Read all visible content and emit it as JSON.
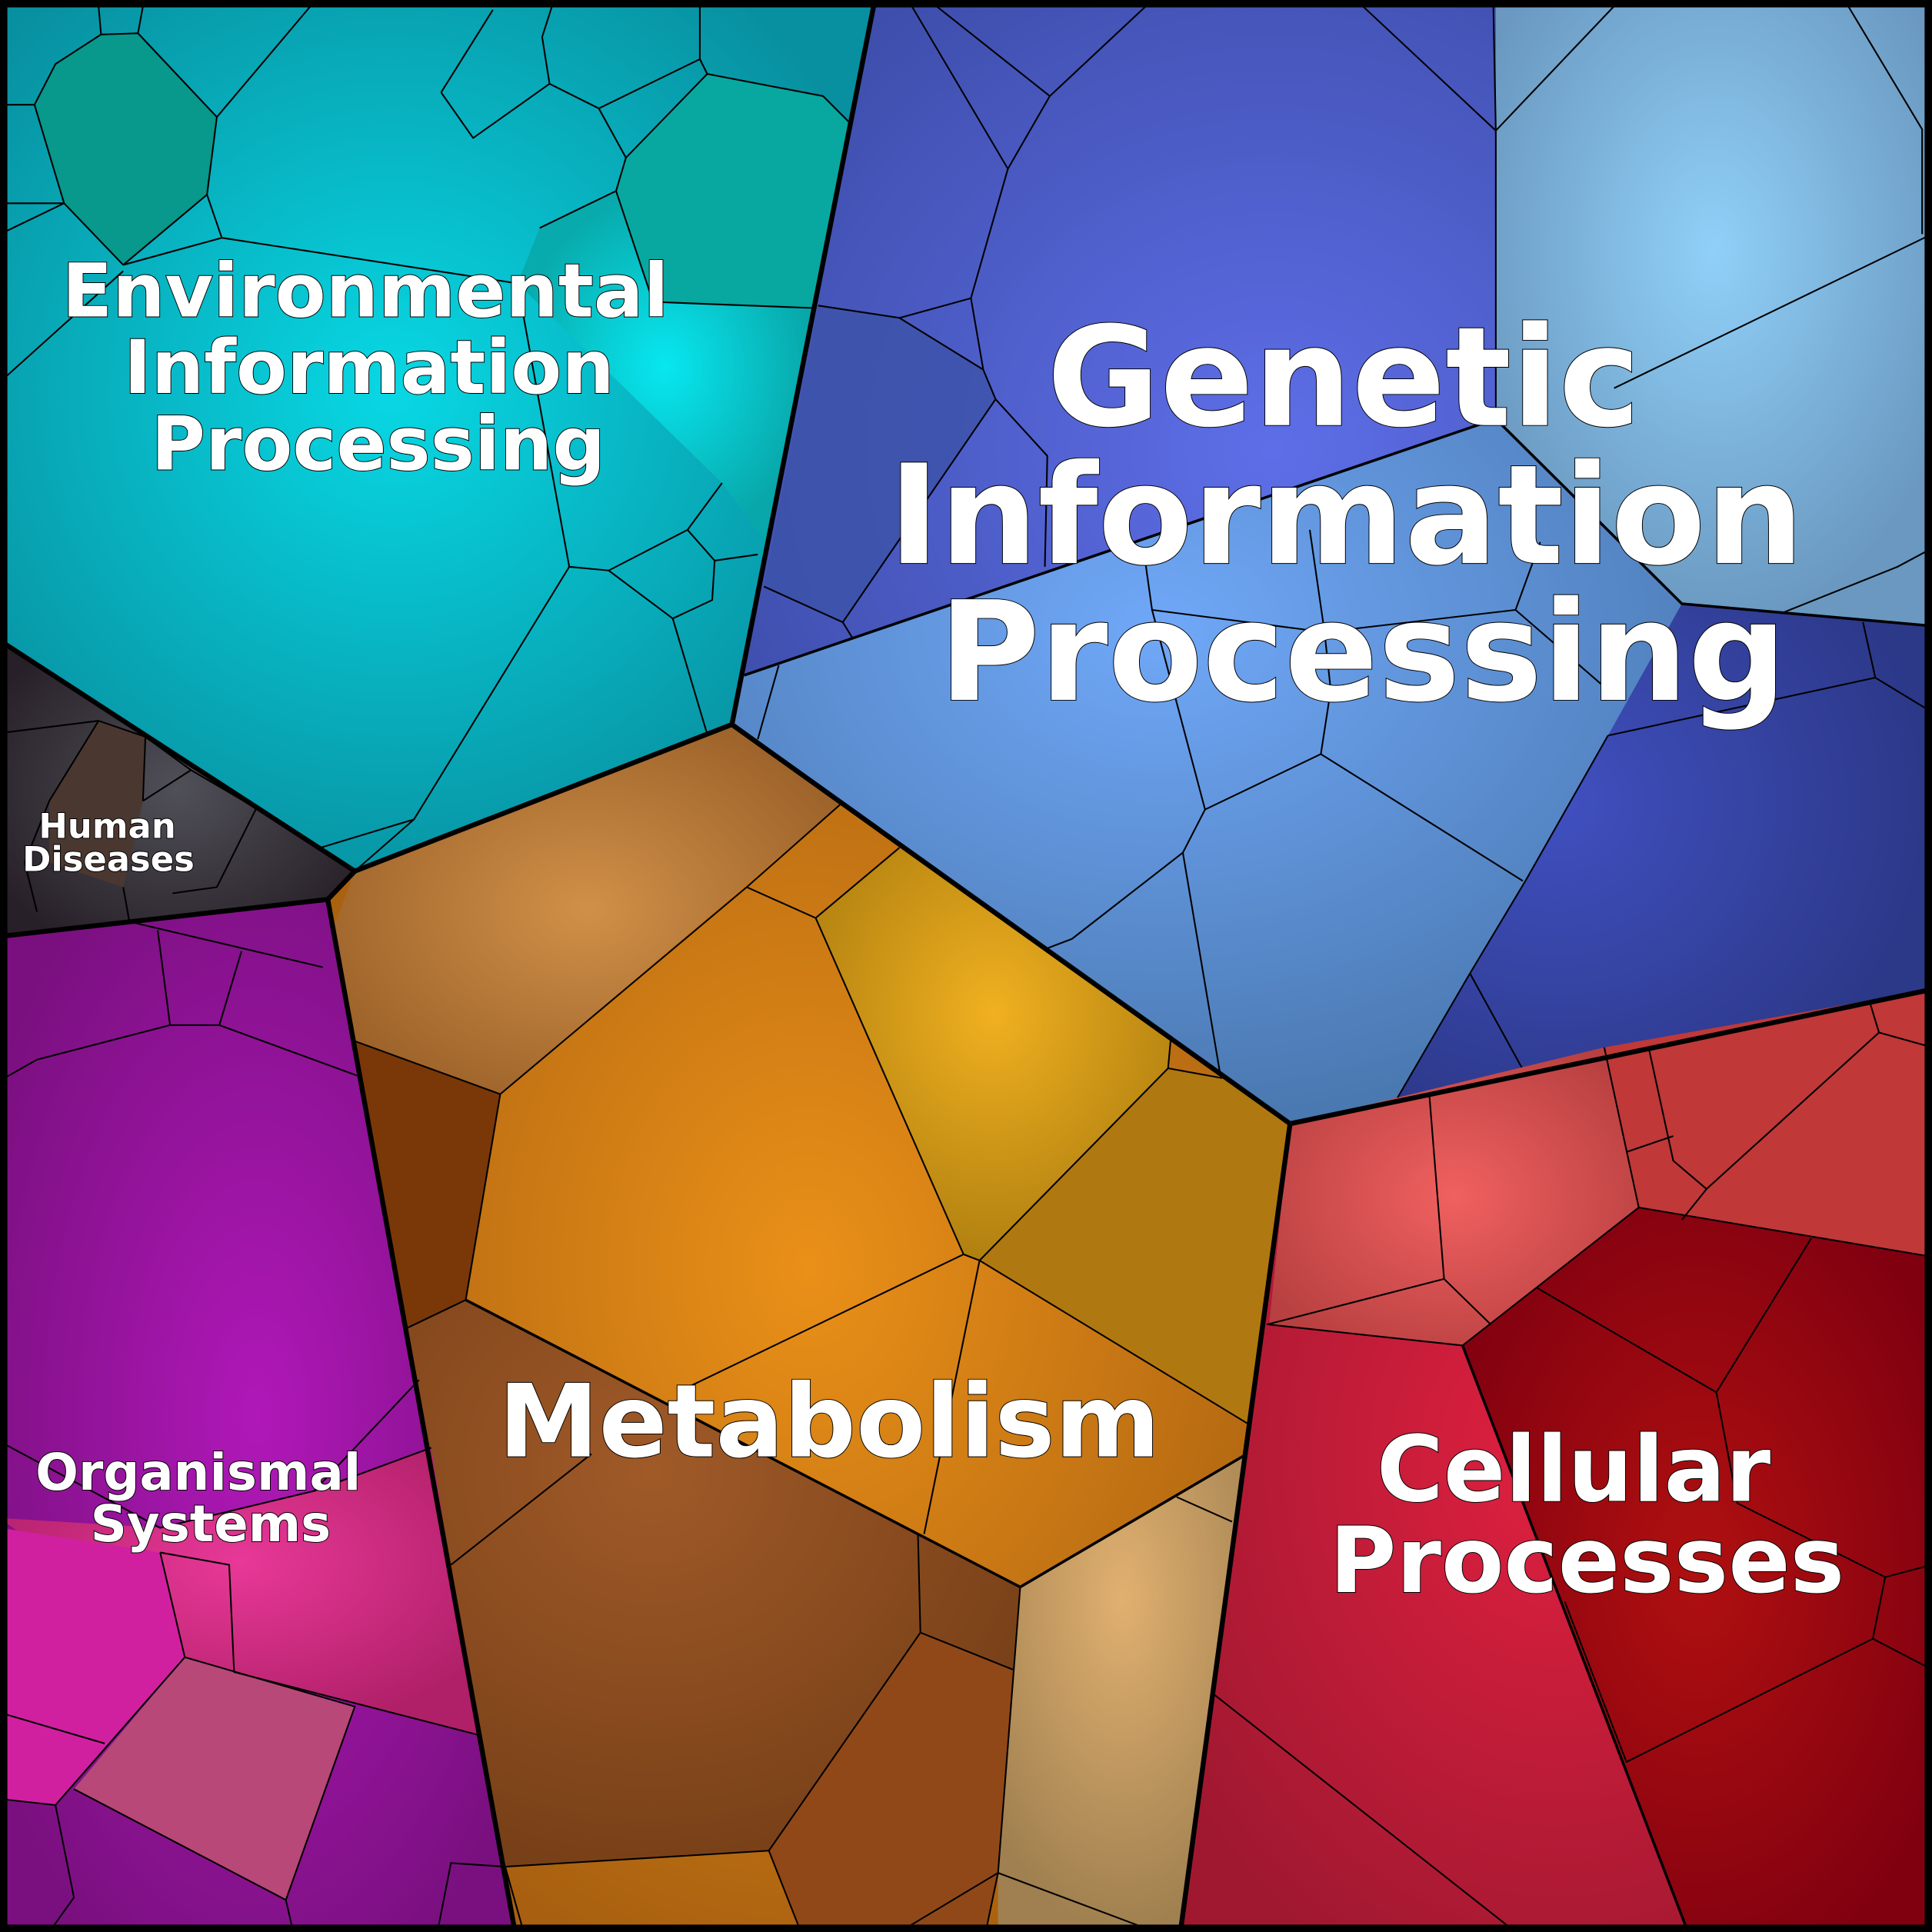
{
  "title": "Voronoi treemap of pathway categories",
  "regions": {
    "environmental": {
      "lines": [
        "Environmental",
        "Information",
        "Processing"
      ],
      "color": "#0aa8b8"
    },
    "genetic": {
      "lines": [
        "Genetic",
        "Information",
        "Processing"
      ],
      "color": "#4858c4"
    },
    "human_diseases": {
      "lines": [
        "Human",
        "Diseases"
      ],
      "color": "#3a3038"
    },
    "metabolism": {
      "lines": [
        "Metabolism"
      ],
      "color": "#c07818"
    },
    "organismal": {
      "lines": [
        "Organismal",
        "Systems"
      ],
      "color": "#9a1590"
    },
    "cellular": {
      "lines": [
        "Cellular",
        "Processes"
      ],
      "color": "#b02030"
    }
  }
}
